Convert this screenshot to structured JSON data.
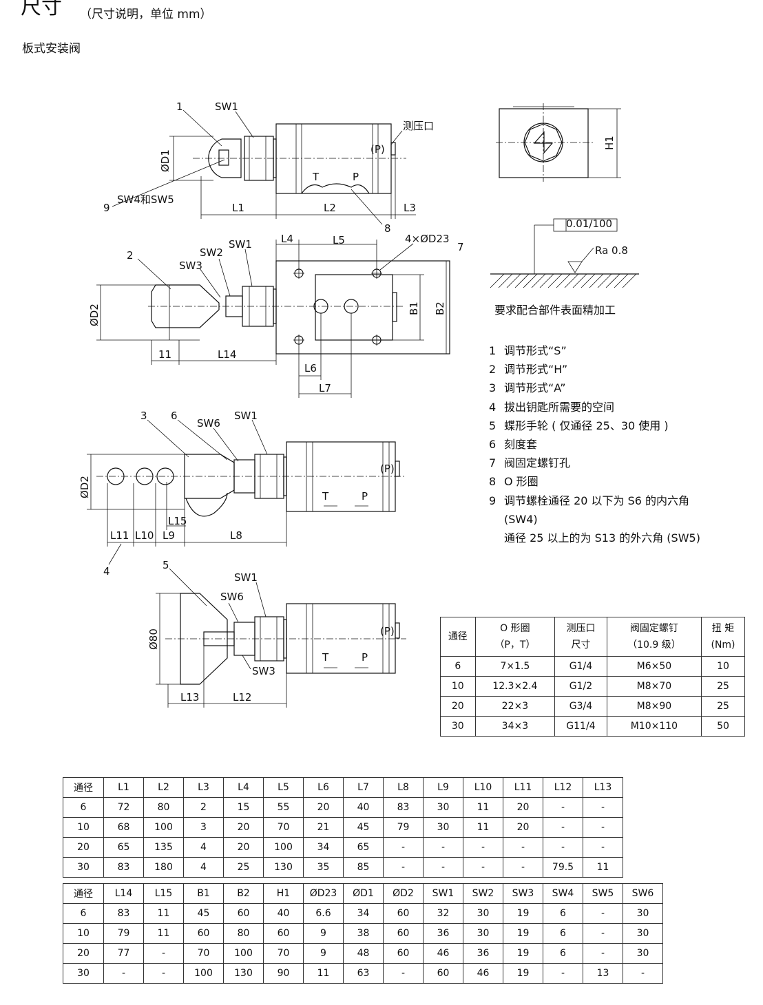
{
  "header": {
    "title": "尺寸",
    "subtitle": "（尺寸说明，单位 mm）",
    "section": "板式安装阀"
  },
  "drawing_labels": {
    "top": [
      "1",
      "SW1",
      "ØD1",
      "9",
      "SW4和SW5",
      "测压口",
      "(P)",
      "T",
      "P",
      "L1",
      "L2",
      "L3",
      "8"
    ],
    "mid": [
      "2",
      "SW2",
      "SW1",
      "SW3",
      "ØD2",
      "L4",
      "L5",
      "4×ØD23",
      "7",
      "B1",
      "B2",
      "11",
      "L14",
      "L6",
      "L7"
    ],
    "third": [
      "3",
      "6",
      "SW6",
      "SW1",
      "ØD2",
      "(P)",
      "T",
      "P",
      "L15",
      "L11",
      "L10",
      "L9",
      "L8",
      "4"
    ],
    "fourth": [
      "5",
      "SW1",
      "SW6",
      "Ø80",
      "SW3",
      "(P)",
      "T",
      "P",
      "L13",
      "L12"
    ],
    "side": [
      "H1"
    ]
  },
  "surface": {
    "flatness": "0.01/100",
    "roughness": "Ra 0.8",
    "note": "要求配合部件表面精加工"
  },
  "notes": [
    {
      "num": "1",
      "text": "调节形式“S”"
    },
    {
      "num": "2",
      "text": "调节形式“H”"
    },
    {
      "num": "3",
      "text": "调节形式“A”"
    },
    {
      "num": "4",
      "text": "拔出钥匙所需要的空间"
    },
    {
      "num": "5",
      "text": "蝶形手轮 ( 仅通径 25、30 使用 )"
    },
    {
      "num": "6",
      "text": "刻度套"
    },
    {
      "num": "7",
      "text": "阀固定螺钉孔"
    },
    {
      "num": "8",
      "text": "O 形圈"
    },
    {
      "num": "9",
      "text": "调节螺栓通径 20 以下为 S6 的内六角"
    },
    {
      "num": "",
      "text": "(SW4)"
    },
    {
      "num": "",
      "text": "通径 25 以上的为 S13 的外六角 (SW5)"
    }
  ],
  "oring_table": {
    "headers": [
      "通径",
      "O 形圈\n（P，T）",
      "测压口\n尺寸",
      "阀固定螺钉\n（10.9 级）",
      "扭 矩\n(Nm)"
    ],
    "rows": [
      [
        "6",
        "7×1.5",
        "G1/4",
        "M6×50",
        "10"
      ],
      [
        "10",
        "12.3×2.4",
        "G1/2",
        "M8×70",
        "25"
      ],
      [
        "20",
        "22×3",
        "G3/4",
        "M8×90",
        "25"
      ],
      [
        "30",
        "34×3",
        "G11/4",
        "M10×110",
        "50"
      ]
    ]
  },
  "dim_table_1": {
    "headers": [
      "通径",
      "L1",
      "L2",
      "L3",
      "L4",
      "L5",
      "L6",
      "L7",
      "L8",
      "L9",
      "L10",
      "L11",
      "L12",
      "L13"
    ],
    "rows": [
      [
        "6",
        "72",
        "80",
        "2",
        "15",
        "55",
        "20",
        "40",
        "83",
        "30",
        "11",
        "20",
        "-",
        "-"
      ],
      [
        "10",
        "68",
        "100",
        "3",
        "20",
        "70",
        "21",
        "45",
        "79",
        "30",
        "11",
        "20",
        "-",
        "-"
      ],
      [
        "20",
        "65",
        "135",
        "4",
        "20",
        "100",
        "34",
        "65",
        "-",
        "-",
        "-",
        "-",
        "-",
        "-"
      ],
      [
        "30",
        "83",
        "180",
        "4",
        "25",
        "130",
        "35",
        "85",
        "-",
        "-",
        "-",
        "-",
        "79.5",
        "11"
      ]
    ]
  },
  "dim_table_2": {
    "headers": [
      "通径",
      "L14",
      "L15",
      "B1",
      "B2",
      "H1",
      "ØD23",
      "ØD1",
      "ØD2",
      "SW1",
      "SW2",
      "SW3",
      "SW4",
      "SW5",
      "SW6"
    ],
    "rows": [
      [
        "6",
        "83",
        "11",
        "45",
        "60",
        "40",
        "6.6",
        "34",
        "60",
        "32",
        "30",
        "19",
        "6",
        "-",
        "30"
      ],
      [
        "10",
        "79",
        "11",
        "60",
        "80",
        "60",
        "9",
        "38",
        "60",
        "36",
        "30",
        "19",
        "6",
        "-",
        "30"
      ],
      [
        "20",
        "77",
        "-",
        "70",
        "100",
        "70",
        "9",
        "48",
        "60",
        "46",
        "36",
        "19",
        "6",
        "-",
        "30"
      ],
      [
        "30",
        "-",
        "-",
        "100",
        "130",
        "90",
        "11",
        "63",
        "-",
        "60",
        "46",
        "19",
        "-",
        "13",
        "-"
      ]
    ]
  }
}
